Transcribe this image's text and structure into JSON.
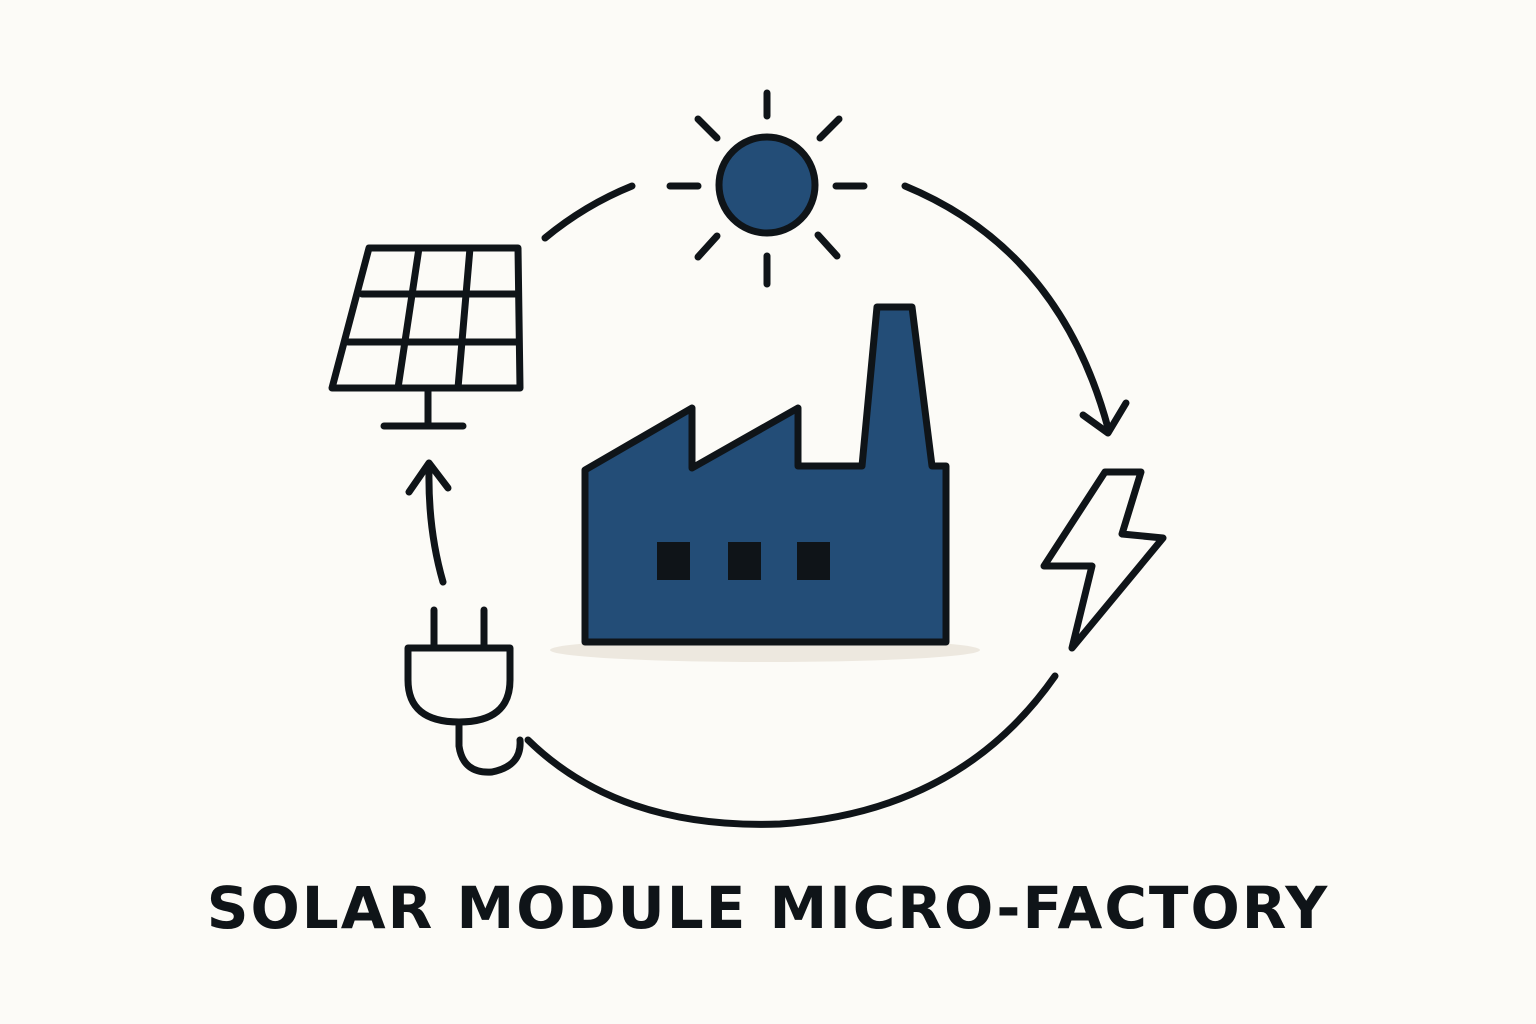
{
  "diagram": {
    "title": "SOLAR MODULE MICRO-FACTORY",
    "nodes": [
      {
        "id": "sun",
        "icon": "sun-icon"
      },
      {
        "id": "lightning",
        "icon": "lightning-bolt-icon"
      },
      {
        "id": "plug",
        "icon": "power-plug-icon"
      },
      {
        "id": "solar-panel",
        "icon": "solar-panel-icon"
      },
      {
        "id": "factory",
        "icon": "factory-icon"
      }
    ],
    "flow": [
      "sun",
      "lightning",
      "plug",
      "solar-panel",
      "sun"
    ]
  },
  "colors": {
    "background": "#fcfbf7",
    "stroke": "#0f1418",
    "accent": "#234d77",
    "shadow": "#ede8df"
  }
}
